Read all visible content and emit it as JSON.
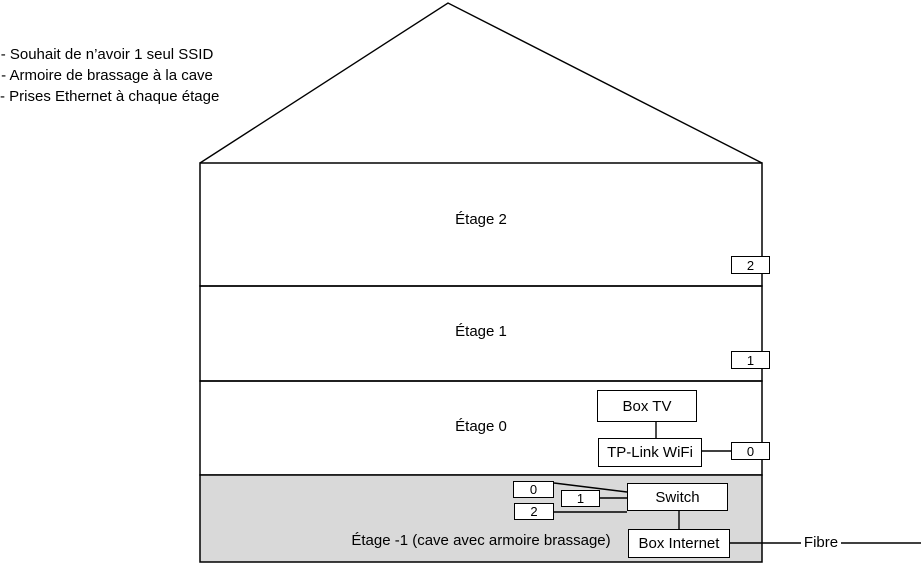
{
  "notes": {
    "lines": [
      "- Souhait de n’avoir 1 seul SSID",
      "- Armoire de brassage à la cave",
      "- Prises Ethernet à chaque étage"
    ]
  },
  "floors": [
    {
      "label": "Étage 2",
      "tag": "2"
    },
    {
      "label": "Étage 1",
      "tag": "1"
    },
    {
      "label": "Étage 0",
      "tag": "0"
    },
    {
      "label": "Étage -1 (cave avec armoire brassage)"
    }
  ],
  "devices": {
    "box_tv": "Box TV",
    "tplink": "TP-Link WiFi",
    "switch": "Switch",
    "box_internet": "Box Internet"
  },
  "cave_ports": [
    "0",
    "1",
    "2"
  ],
  "fibre_label": "Fibre",
  "colors": {
    "line": "#000000",
    "cave_fill": "#d9d9d9",
    "box_fill": "#ffffff"
  }
}
